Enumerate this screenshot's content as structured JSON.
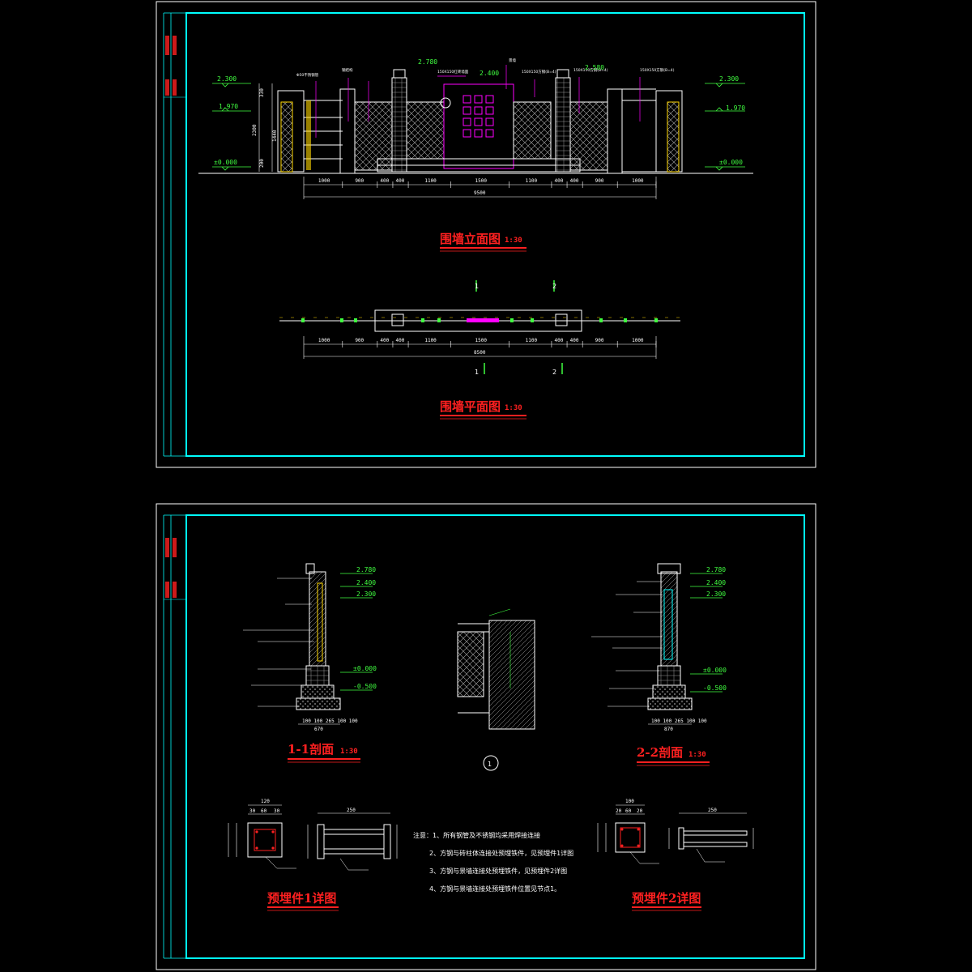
{
  "sheet1": {
    "elevation": {
      "title": "围墙立面图",
      "scale": "1:30",
      "level_left_top": "2.300",
      "level_left_mid": "1.970",
      "level_left_base": "±0.000",
      "level_right_top": "2.300",
      "level_right_mid": "1.970",
      "level_right_base": "±0.000",
      "level_post_left": "2.780",
      "level_center": "2.400",
      "level_post_right": "2.580",
      "height_dims": [
        "330",
        "1440",
        "200",
        "2300"
      ],
      "segment_dims": [
        "1000",
        "900",
        "400",
        "400",
        "1100",
        "1500",
        "1100",
        "400",
        "400",
        "900",
        "1000"
      ],
      "total_dim": "9500"
    },
    "plan": {
      "title": "围墙平面图",
      "scale": "1:30",
      "section_marks": [
        "1",
        "2"
      ],
      "segment_dims": [
        "1000",
        "900",
        "400",
        "400",
        "1100",
        "1500",
        "1100",
        "400",
        "400",
        "900",
        "1000"
      ],
      "total_dim": "8500"
    }
  },
  "sheet2": {
    "section1": {
      "title": "1-1剖面",
      "scale": "1:30",
      "levels": [
        "2.780",
        "2.400",
        "2.300",
        "±0.000",
        "-0.500"
      ],
      "width_dim": "670",
      "bottom_dims": "100 100 265 100 100"
    },
    "section2": {
      "title": "2-2剖面",
      "scale": "1:30",
      "levels": [
        "2.780",
        "2.400",
        "2.300",
        "±0.000",
        "-0.500"
      ],
      "width_dim": "870",
      "bottom_dims": "100 100 265 100 100"
    },
    "detail_mark": "1",
    "embed1": {
      "title": "预埋件1详图",
      "top_dim": "120",
      "top_sub": [
        "30",
        "60",
        "30"
      ],
      "beam_dim": "250"
    },
    "embed2": {
      "title": "预埋件2详图",
      "top_dim": "100",
      "top_sub": [
        "20",
        "60",
        "20"
      ],
      "beam_dim": "250"
    },
    "notes": [
      "注意：1、所有钢管及不锈钢均采用焊接连接",
      "2、方钢与砖柱体连接处预埋铁件，见预埋件1详图",
      "3、方钢与景墙连接处预埋铁件，见预埋件2详图",
      "4、方钢与景墙连接处预埋铁件位置见节点1。"
    ]
  },
  "colors": {
    "frame": "#00ffff",
    "title": "#ff2020",
    "dimension": "#ffffff",
    "level": "#40ff40",
    "annotation": "#ff00ff",
    "wall": "#ffffff",
    "hatch": "#c0c0c0"
  }
}
